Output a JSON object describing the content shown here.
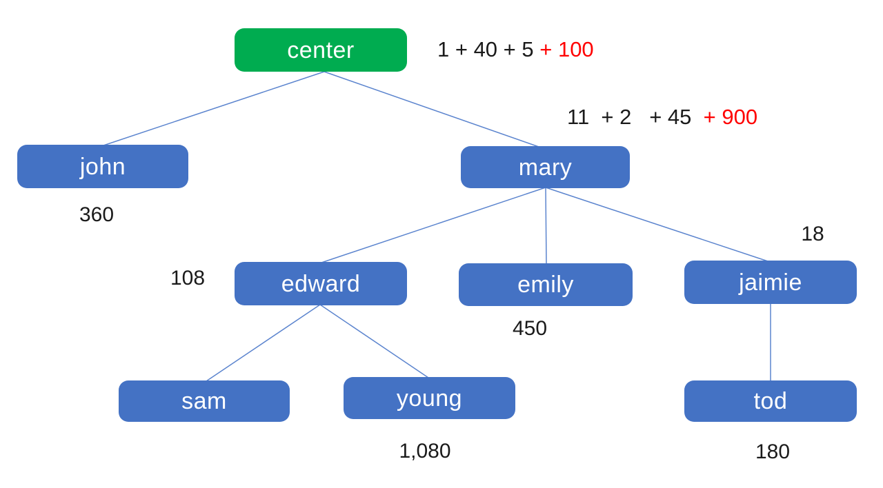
{
  "nodes": {
    "center": {
      "label": "center"
    },
    "john": {
      "label": "john"
    },
    "mary": {
      "label": "mary"
    },
    "edward": {
      "label": "edward"
    },
    "emily": {
      "label": "emily"
    },
    "jaimie": {
      "label": "jaimie"
    },
    "sam": {
      "label": "sam"
    },
    "young": {
      "label": "young"
    },
    "tod": {
      "label": "tod"
    }
  },
  "values": {
    "john": "360",
    "edward": "108",
    "emily": "450",
    "jaimie": "18",
    "young": "1,080",
    "tod": "180"
  },
  "annotations": {
    "center_sum": {
      "black": "1 + 40 + 5 ",
      "red": "+ 100"
    },
    "mary_sum": {
      "black": "11  + 2   + 45  ",
      "red": "+ 900"
    }
  },
  "colors": {
    "root_node": "#00AC50",
    "node": "#4472C4",
    "edge": "#5B84CE",
    "highlight": "#FF0000",
    "text_on_node": "#FFFFFF",
    "value_text": "#1A1A1A"
  }
}
